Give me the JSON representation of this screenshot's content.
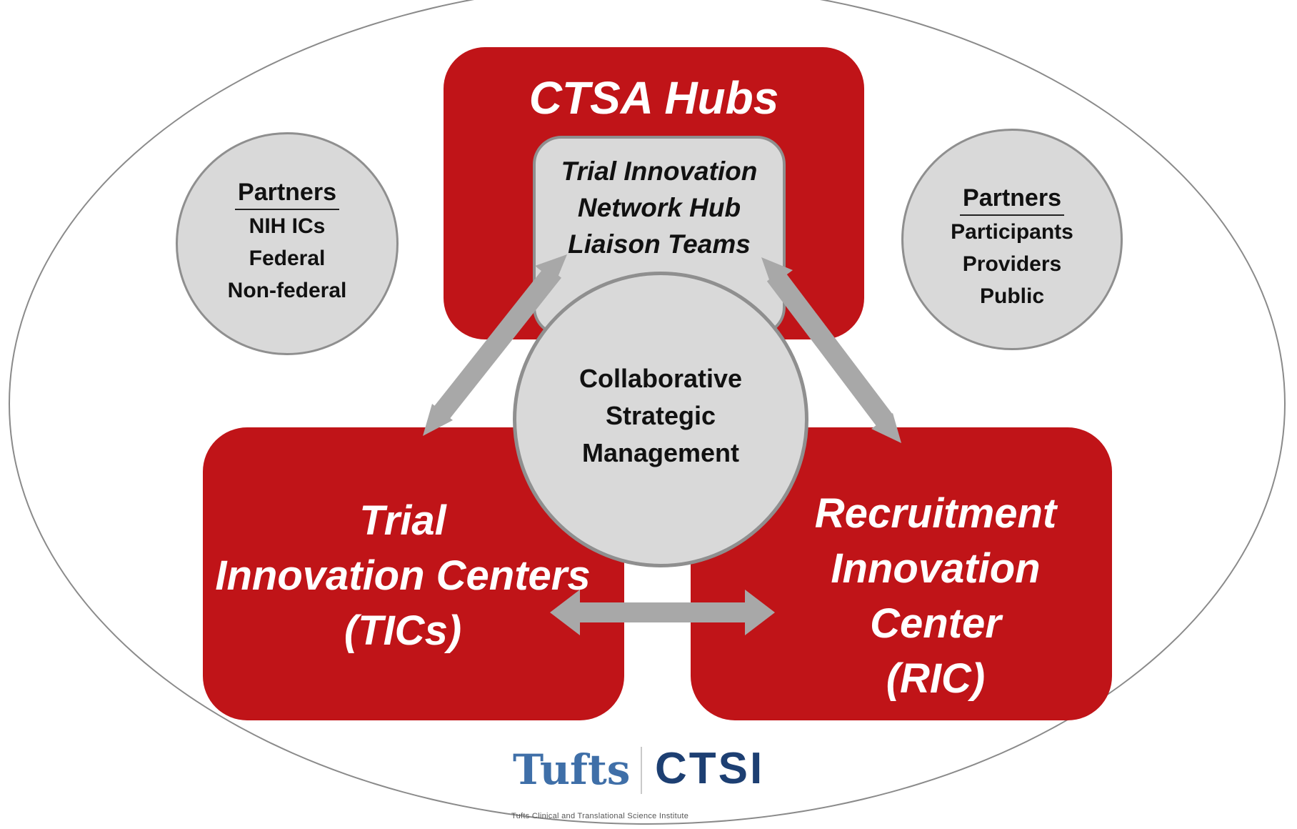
{
  "hubs": {
    "title": "CTSA Hubs",
    "liaison_lines": [
      "Trial Innovation",
      "Network Hub",
      "Liaison Teams"
    ]
  },
  "partners_left": {
    "heading": "Partners",
    "items": [
      "NIH ICs",
      "Federal",
      "Non-federal"
    ]
  },
  "partners_right": {
    "heading": "Partners",
    "items": [
      "Participants",
      "Providers",
      "Public"
    ]
  },
  "center": {
    "lines": [
      "Collaborative",
      "Strategic",
      "Management"
    ]
  },
  "tic": {
    "lines": [
      "Trial",
      "Innovation Centers",
      "(TICs)"
    ]
  },
  "ric": {
    "lines": [
      "Recruitment",
      "Innovation",
      "Center",
      "(RIC)"
    ]
  },
  "logo": {
    "left": "Tufts",
    "right": "CTSI",
    "tagline": "Tufts Clinical and Translational Science Institute"
  },
  "colors": {
    "red_box": "#c01418",
    "gray_fill": "#d9d9d9",
    "gray_border": "#8f8f8f",
    "arrow": "#a8a8a8",
    "tufts_blue": "#3f6fa8",
    "ctsi_navy": "#1d3f72"
  }
}
